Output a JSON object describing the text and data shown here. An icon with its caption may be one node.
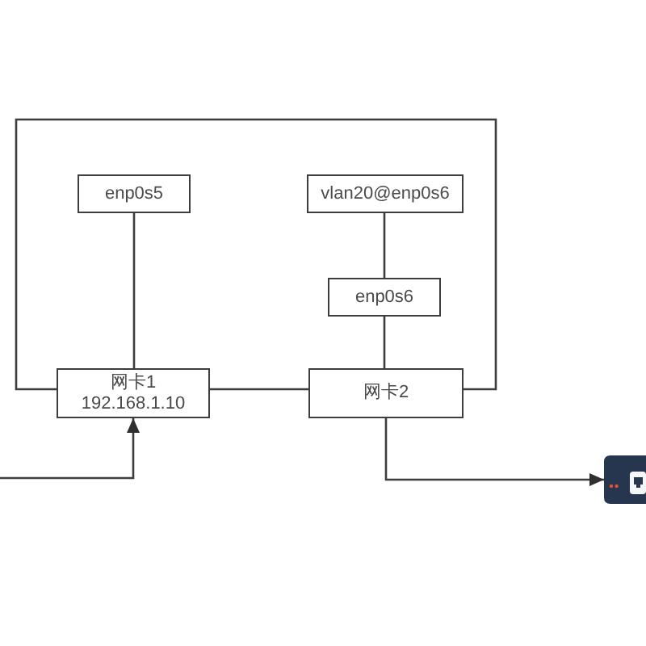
{
  "diagram": {
    "nodes": [
      {
        "text": [
          "enp0s5"
        ]
      },
      {
        "text": [
          "vlan20@enp0s6"
        ]
      },
      {
        "text": [
          "enp0s6"
        ]
      },
      {
        "text": [
          "网卡1",
          "192.168.1.10"
        ]
      },
      {
        "text": [
          "网卡2"
        ]
      },
      {
        "text": [],
        "shape": "picture"
      }
    ],
    "edges": [
      {
        "from": 0,
        "to": 3,
        "arrow": "none"
      },
      {
        "from": 1,
        "to": 2,
        "arrow": "none"
      },
      {
        "from": 2,
        "to": 4,
        "arrow": "none"
      },
      {
        "from": 3,
        "to": 4,
        "arrow": "none"
      },
      {
        "from": 3,
        "to": 4,
        "arrow": "none"
      },
      {
        "from": null,
        "to": 3,
        "arrow": "to"
      },
      {
        "from": 4,
        "to": 5,
        "arrow": "to"
      }
    ]
  }
}
